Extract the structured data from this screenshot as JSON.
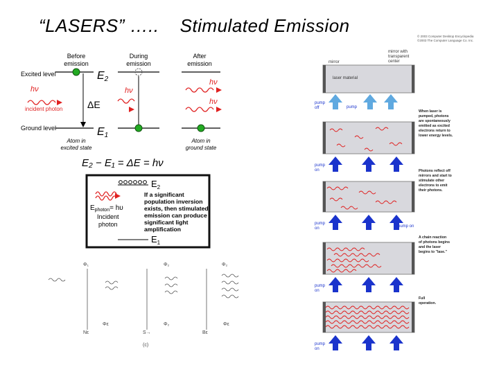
{
  "title": {
    "main": "“LASERS” …..",
    "sub": "Stimulated Emission"
  },
  "energy_diagram": {
    "col_before": [
      "Before",
      "emission"
    ],
    "col_during": [
      "During",
      "emission"
    ],
    "col_after": [
      "After",
      "emission"
    ],
    "excited_level": "Excited level",
    "ground_level": "Ground level",
    "e2": "E",
    "e2_sub": "2",
    "e1": "E",
    "e1_sub": "1",
    "delta_e": "ΔE",
    "hv": "hν",
    "incident_photon": "incident photon",
    "atom_excited": [
      "Atom in",
      "excited state"
    ],
    "atom_ground": [
      "Atom in",
      "ground state"
    ],
    "equation": "E₂ − E₁ = ΔE = hν"
  },
  "inversion_box": {
    "e2": "E",
    "e2_sub": "2",
    "e1": "E",
    "e1_sub": "1",
    "ephoton": "E",
    "ephoton_sub": "photon",
    "ephoton_eq": "= hυ",
    "incident": [
      "Incident",
      "photon"
    ],
    "text": [
      "If a significant",
      "population inversion",
      "exists, then stimulated",
      "emission can produce",
      "significant light",
      "amplification"
    ]
  },
  "lower_diagram": {
    "top_labels": [
      "Φ₁",
      "Φ₂",
      "Φ₂"
    ],
    "bottom_labels": [
      "Φε",
      "Φ₂",
      "Φε"
    ],
    "side_marks": [
      "Nε",
      "S→",
      "Bε"
    ],
    "bottom_note": "(c)"
  },
  "laser_cavity": {
    "credit": [
      "© 2003 Computer Desktop Encyclopedia",
      "©2003 The Computer Language Co. Inc."
    ],
    "mirror": "mirror",
    "mirror_transparent": [
      "mirror with",
      "transparent",
      "center"
    ],
    "laser_material": "laser material",
    "pump": "pump",
    "pump_on": "pump on",
    "pump_off": [
      "pump",
      "off"
    ],
    "pump_on_stack": [
      "pump",
      "on"
    ],
    "notes": [
      [
        "When laser is",
        "pumped, photons",
        "are spontaneously",
        "emitted as excited",
        "electrons return to",
        "lower energy levels."
      ],
      [
        "Photons reflect off",
        "mirrors and start to",
        "stimulate other",
        "electrons to emit",
        "their photons."
      ],
      [
        "A chain reaction",
        "of photons begins",
        "and the laser",
        "begins to \"lase.\""
      ],
      [
        "Full",
        "operation."
      ]
    ]
  },
  "colors": {
    "red": "#e02020",
    "blue": "#1a33cc",
    "green": "#22aa22",
    "cavity_fill": "#d8d8dd",
    "pump_blue": "#5fa9e0"
  }
}
